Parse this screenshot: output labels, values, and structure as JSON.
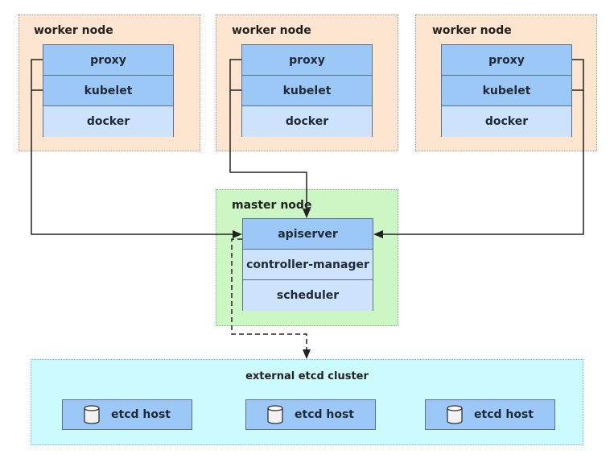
{
  "workers": [
    {
      "title": "worker node",
      "components": [
        "proxy",
        "kubelet",
        "docker"
      ]
    },
    {
      "title": "worker node",
      "components": [
        "proxy",
        "kubelet",
        "docker"
      ]
    },
    {
      "title": "worker node",
      "components": [
        "proxy",
        "kubelet",
        "docker"
      ]
    }
  ],
  "master": {
    "title": "master node",
    "components": [
      "apiserver",
      "controller-manager",
      "scheduler"
    ]
  },
  "etcd_cluster": {
    "title": "external etcd cluster",
    "hosts": [
      "etcd host",
      "etcd host",
      "etcd host"
    ]
  },
  "colors": {
    "worker_bg": "#fde5cf",
    "master_bg": "#ccf7c4",
    "etcd_bg": "#ccfbfd",
    "component_dark": "#9cc8f7",
    "component_light": "#cde3fb"
  }
}
